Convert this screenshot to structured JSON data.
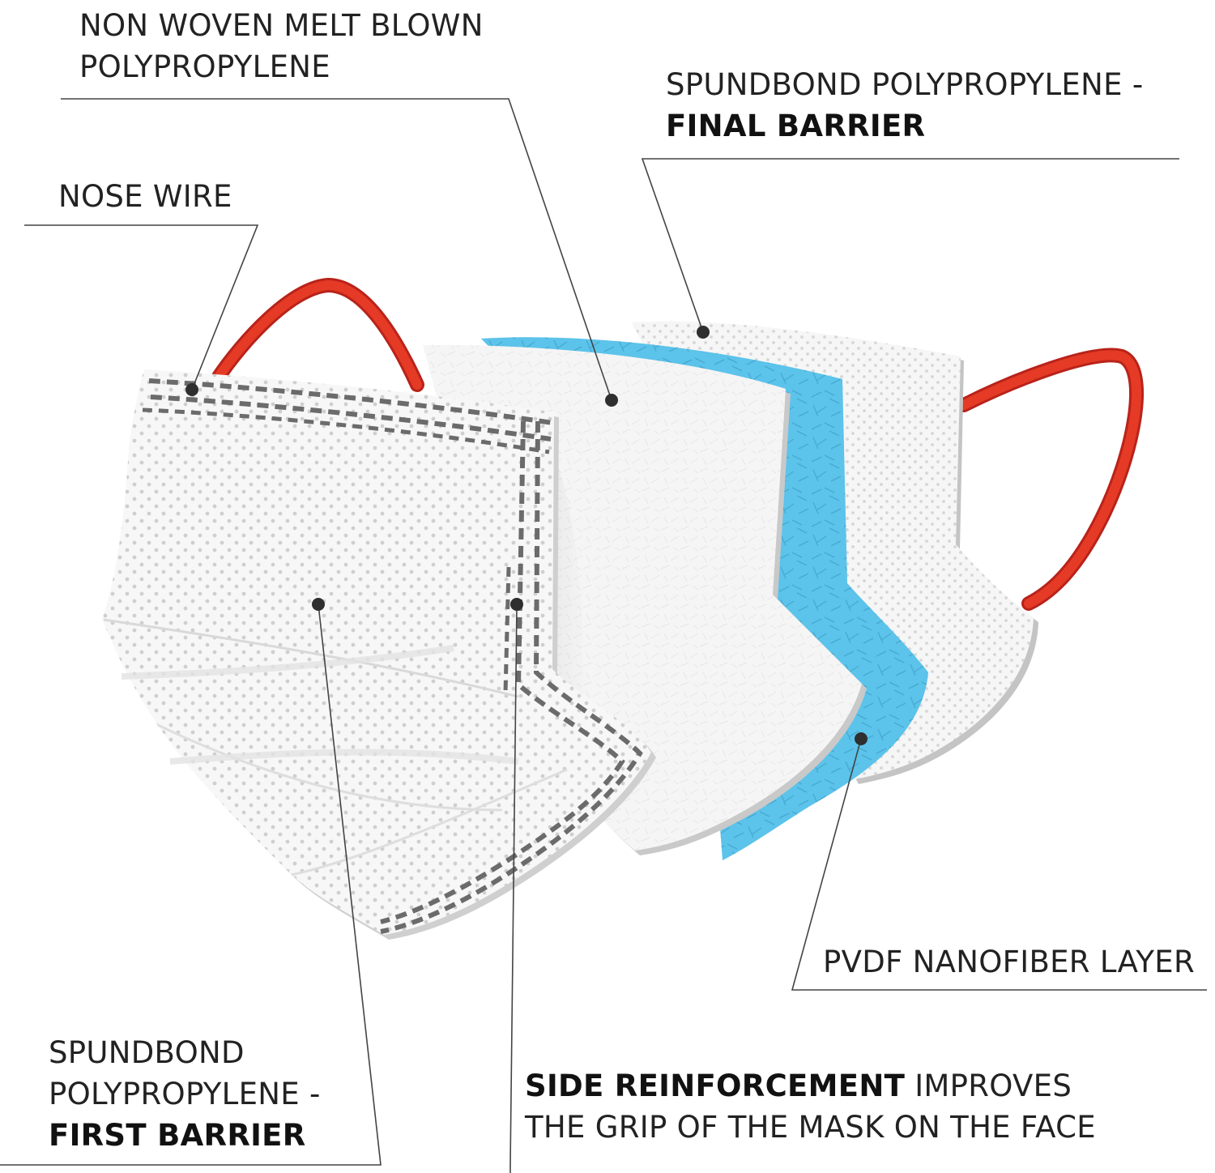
{
  "labels": {
    "meltblown": {
      "line1": "NON WOVEN MELT BLOWN",
      "line2": "POLYPROPYLENE"
    },
    "final_barrier": {
      "line1": "SPUNDBOND POLYPROPYLENE  -",
      "line2": "FINAL BARRIER"
    },
    "nose_wire": {
      "text": "NOSE WIRE"
    },
    "nanofiber": {
      "text": "PVDF NANOFIBER LAYER"
    },
    "first_barrier": {
      "line1": "SPUNDBOND",
      "line2": "POLYPROPYLENE  -",
      "line3": "FIRST BARRIER"
    },
    "side_reinforcement": {
      "bold": "SIDE REINFORCEMENT",
      "rest": " IMPROVES",
      "line2": "THE GRIP OF THE MASK ON THE FACE"
    }
  },
  "colors": {
    "ear_loop": "#e0301e",
    "nanofiber_layer": "#5cc3ea",
    "fabric": "#f4f4f4",
    "fabric_edge": "#c4c4c4",
    "stitching": "#6b6b6b",
    "leader_line": "#444444"
  }
}
